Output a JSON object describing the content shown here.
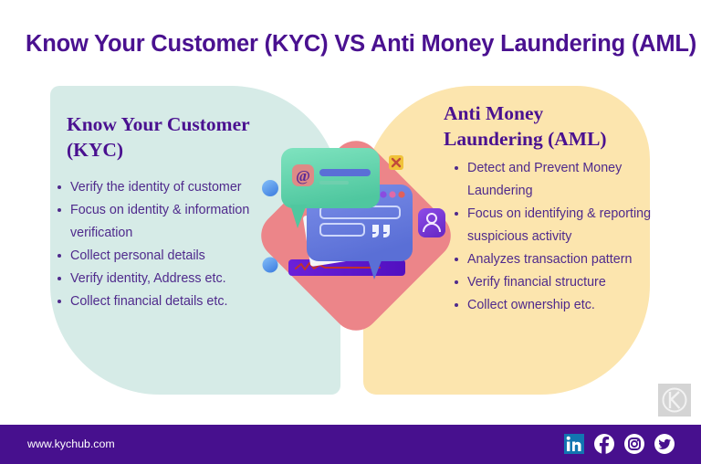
{
  "title": "Know Your Customer (KYC) VS Anti Money Laundering (AML)",
  "colors": {
    "title_purple": "#4a1190",
    "left_panel_bg": "#d6ebe7",
    "right_panel_bg": "#fce5ae",
    "diamond_salmon": "#ec8589",
    "footer_purple": "#47108e",
    "body_text": "#4f2a8c",
    "watermark_grey": "#d4d4d4",
    "linkedin_blue": "#1275b1"
  },
  "left_panel": {
    "heading": "Know Your Customer (KYC)",
    "bullets": [
      "Verify the identity of customer",
      "Focus on identity & information verification",
      "Collect personal details",
      "Verify identity, Address etc.",
      "Collect financial details etc."
    ]
  },
  "right_panel": {
    "heading": "Anti Money Laundering (AML)",
    "bullets": [
      "Detect and Prevent Money Laundering",
      "Focus on identifying & reporting suspicious activity",
      "Analyzes transaction pattern",
      "Verify financial structure",
      "Collect ownership etc."
    ]
  },
  "illustration": {
    "name": "chat-bubbles-3d-illustration",
    "elements": [
      "green-chat-bubble",
      "at-symbol-badge",
      "blue-chat-bubble",
      "quote-marks",
      "user-avatar-badge",
      "document-card",
      "purple-progress-bar",
      "x-marker",
      "blue-sphere"
    ]
  },
  "watermark": {
    "label": "K"
  },
  "footer": {
    "url": "www.kychub.com",
    "socials": [
      {
        "name": "linkedin",
        "label": "in"
      },
      {
        "name": "facebook",
        "label": "f"
      },
      {
        "name": "instagram",
        "label": "Instagram"
      },
      {
        "name": "twitter",
        "label": "Twitter"
      }
    ]
  }
}
